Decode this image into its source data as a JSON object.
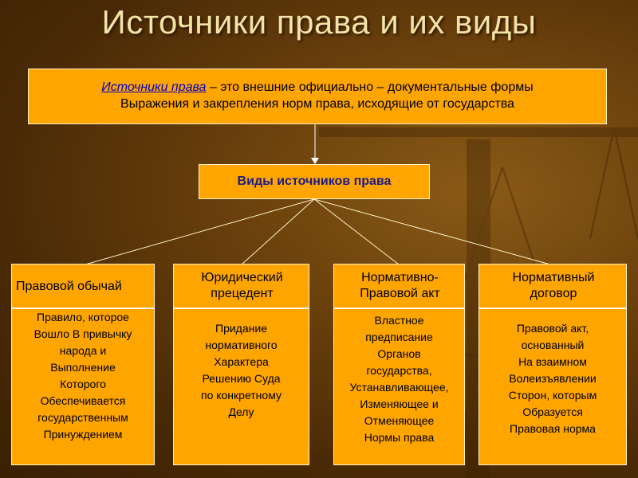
{
  "title": "Источники права и их виды",
  "definition": {
    "term": "Источники права",
    "rest": " – это внешние официально – документальные формы",
    "line2": "Выражения и закрепления норм права, исходящие от государства"
  },
  "kinds_label": "Виды источников права",
  "columns": [
    {
      "title": "Правовой обычай",
      "body": "Правило, которое\nВошло В привычку\nнарода и\nВыполнение\nКоторого\nОбеспечивается\nгосударственным\nПринуждением"
    },
    {
      "title": "Юридический\nпрецедент",
      "body": "Придание\nнормативного\nХарактера\nРешению Суда\nпо конкретному\nДелу"
    },
    {
      "title": "Нормативно-\nПравовой акт",
      "body": "Властное\nпредписание\nОрганов\nгосударства,\nУстанавливающее,\nИзменяющее и\nОтменяющее\nНормы права"
    },
    {
      "title": "Нормативный\nдоговор",
      "body": "Правовой акт,\nоснованный\nНа взаимном\nВолеизъявлении\nСторон, которым\nОбразуется\nПравовая норма"
    }
  ],
  "colors": {
    "box_fill": "#ffa500",
    "box_border": "#fff3c8",
    "title_text": "#f3e3a6",
    "term_link": "#0000cc",
    "kinds_text": "#1a1a8a",
    "background": "#6b410c"
  }
}
